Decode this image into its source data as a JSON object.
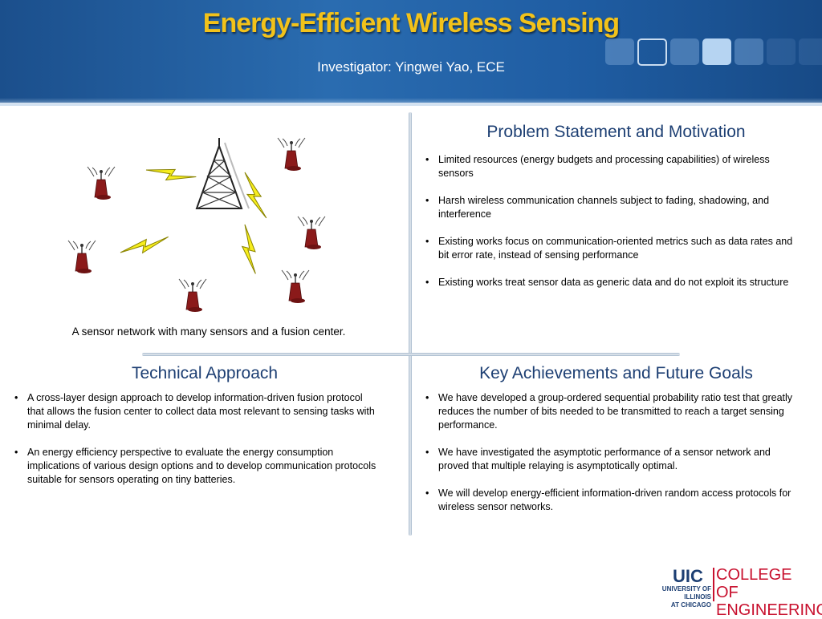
{
  "header": {
    "title": "Energy-Efficient Wireless Sensing",
    "subtitle": "Investigator: Yingwei Yao, ECE"
  },
  "colors": {
    "title": "#f2c21a",
    "banner": "#1f5da3",
    "heading": "#1d3f73",
    "brand_red": "#c8102e",
    "sensor_body": "#8b1a1a",
    "lightning": "#f7ee1e"
  },
  "figure": {
    "caption": "A sensor network with many sensors and a fusion center."
  },
  "problem": {
    "heading": "Problem Statement and Motivation",
    "bullets": [
      "Limited resources (energy budgets and processing capabilities) of wireless sensors",
      "Harsh wireless communication channels subject to fading, shadowing, and interference",
      "Existing works focus on communication-oriented metrics such as data rates and bit error rate, instead of sensing performance",
      "Existing works treat sensor data as generic data and do not exploit its structure"
    ]
  },
  "technical": {
    "heading": "Technical Approach",
    "bullets": [
      "A cross-layer design approach to develop information-driven fusion protocol that allows the fusion center to collect  data most relevant to sensing tasks with minimal delay.",
      "An energy efficiency perspective to evaluate the energy consumption implications of various design options and to develop communication protocols suitable for sensors operating on tiny batteries."
    ]
  },
  "achievements": {
    "heading": "Key Achievements and Future Goals",
    "bullets": [
      "We have developed a group-ordered sequential probability ratio test that greatly reduces the number of bits needed to be transmitted to reach a target sensing performance.",
      "We have investigated the asymptotic performance of a sensor network and proved that multiple relaying is  asymptotically optimal.",
      "We will develop energy-efficient information-driven random access protocols for wireless sensor networks."
    ]
  },
  "logo": {
    "brand": "UIC",
    "university_line1": "UNIVERSITY OF ILLINOIS",
    "university_line2": "AT CHICAGO",
    "college_line1": "COLLEGE OF",
    "college_line2": "ENGINEERING"
  }
}
